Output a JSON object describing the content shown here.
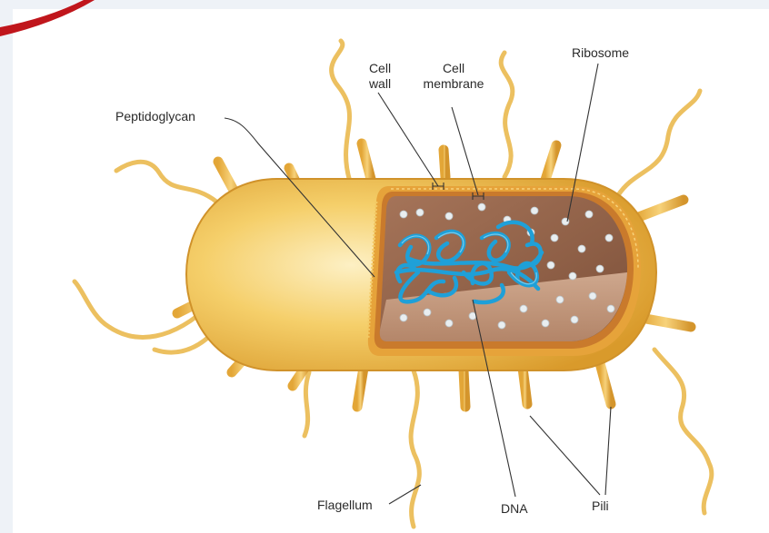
{
  "labels": {
    "peptidoglycan": "Peptidoglycan",
    "cell_wall": "Cell\nwall",
    "cell_wall_l1": "Cell",
    "cell_wall_l2": "wall",
    "cell_membrane_l1": "Cell",
    "cell_membrane_l2": "membrane",
    "ribosome": "Ribosome",
    "flagellum": "Flagellum",
    "dna": "DNA",
    "pili": "Pili"
  },
  "colors": {
    "cell_body": "#f2c14e",
    "cell_body_light": "#fbe6a6",
    "cell_wall": "#e8a73a",
    "cell_membrane": "#c9792a",
    "cytoplasm": "#9a6a4f",
    "cytoplasm_light": "#c49a80",
    "dna": "#1fa0d8",
    "ribosome": "#e9eef0",
    "corner_accent": "#c0161c",
    "leader_line": "#333333"
  }
}
